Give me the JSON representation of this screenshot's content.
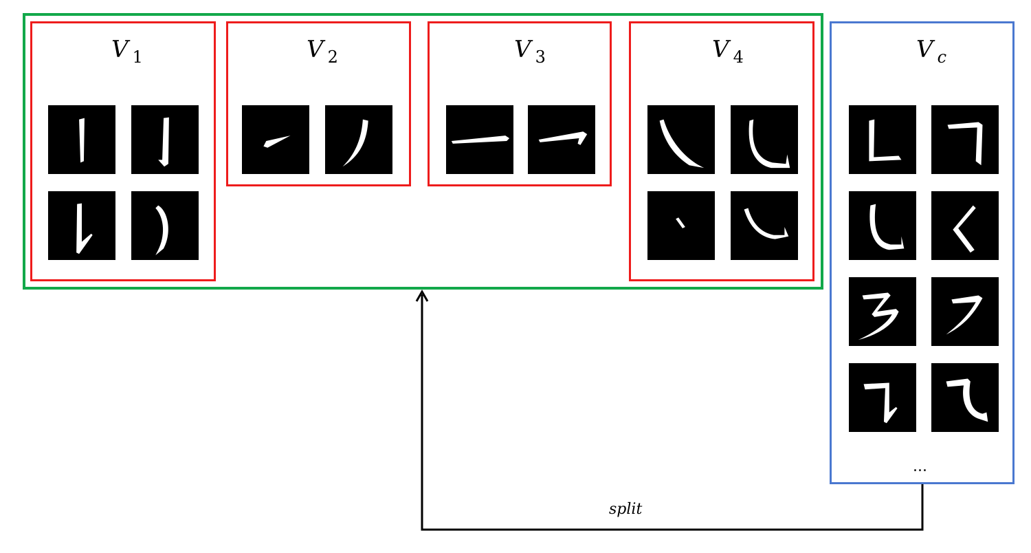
{
  "groups": {
    "v1": {
      "name": "V",
      "sub": "1"
    },
    "v2": {
      "name": "V",
      "sub": "2"
    },
    "v3": {
      "name": "V",
      "sub": "3"
    },
    "v4": {
      "name": "V",
      "sub": "4"
    },
    "vc": {
      "name": "V",
      "sub": "c"
    }
  },
  "strokes": {
    "v1": [
      "vertical-stroke",
      "vertical-hook-stroke",
      "vertical-rise-stroke",
      "curved-vertical-hook-stroke"
    ],
    "v2": [
      "rising-stroke",
      "left-falling-stroke"
    ],
    "v3": [
      "horizontal-stroke",
      "horizontal-hook-stroke"
    ],
    "v4": [
      "right-falling-stroke",
      "vertical-bend-hook-stroke",
      "dot-stroke",
      "curved-bend-hook-stroke"
    ],
    "vc": [
      "vertical-turn-stroke",
      "horizontal-turn-hook-stroke",
      "vertical-bend-hook-stroke",
      "bent-left-stroke",
      "horizontal-turn-turn-stroke",
      "horizontal-turn-left-stroke",
      "vertical-turn-hook-stroke",
      "horizontal-turn-bend-hook-stroke"
    ]
  },
  "ellipsis": "...",
  "edge_label": "split",
  "colors": {
    "container": "#12a84a",
    "group": "#ee1c1c",
    "compound_group": "#4a78d0",
    "tile_background": "#000000",
    "stroke": "#ffffff"
  }
}
